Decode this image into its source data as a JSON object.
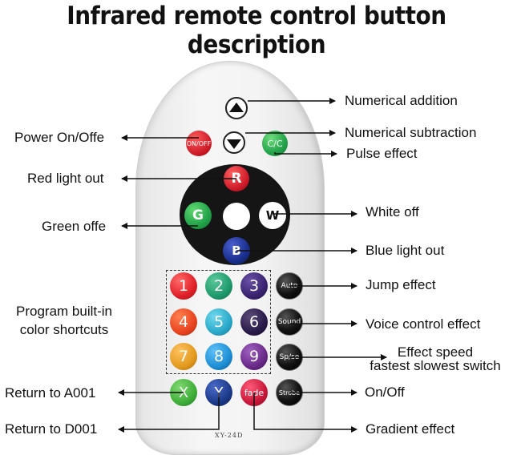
{
  "title": "Infrared remote control button description",
  "remote": {
    "model": "XY-24D",
    "buttons": {
      "onoff": "ON/OFF",
      "cc": "C/C",
      "r": "R",
      "g": "G",
      "w": "W",
      "b": "B",
      "n1": "1",
      "n2": "2",
      "n3": "3",
      "n4": "4",
      "n5": "5",
      "n6": "6",
      "n7": "7",
      "n8": "8",
      "n9": "9",
      "x": "X",
      "y": "Y",
      "fade": "fade",
      "auto": "Auto",
      "sound": "Sound",
      "spse": "Sp/se",
      "strobe": "Strobe"
    },
    "icons": {
      "up": "arrow-up-icon",
      "down": "arrow-down-icon"
    }
  },
  "labels": {
    "numerical_addition": "Numerical addition",
    "numerical_subtraction": "Numerical subtraction",
    "pulse_effect": "Pulse effect",
    "power": "Power On/Offe",
    "red_light": "Red light out",
    "green_off": "Green offe",
    "white_off": "White off",
    "blue_light": "Blue light out",
    "jump_effect": "Jump effect",
    "program_1": "Program built-in",
    "program_2": "color shortcuts",
    "voice_control": "Voice control effect",
    "speed_1": "Effect speed",
    "speed_2": "fastest slowest switch",
    "return_a": "Return to A001",
    "on_off": "On/Off",
    "return_d": "Return to D001",
    "gradient": "Gradient effect"
  },
  "colors": {
    "red": "#d01f2c",
    "green": "#22a24a",
    "blue": "#1a2f8c",
    "n1": "#e02027",
    "n2": "#1f9a6c",
    "n3": "#3a2470",
    "n4": "#e8441f",
    "n5": "#2aa9c9",
    "n6": "#2a1a4a",
    "n7": "#e39a1e",
    "n8": "#1d8fd4",
    "n9": "#6a2a8a",
    "x": "#3fae3a",
    "y": "#1c3a8a",
    "fade": "#c8183a"
  }
}
